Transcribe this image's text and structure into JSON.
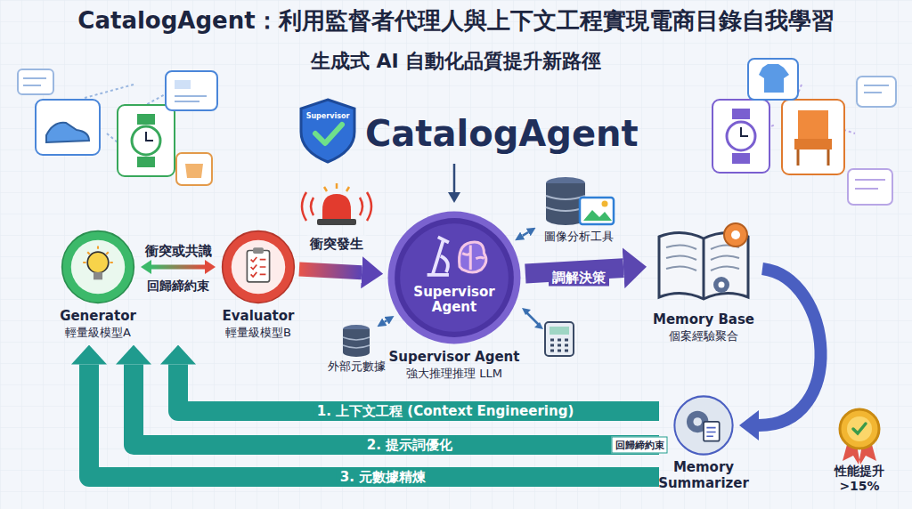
{
  "diagram": {
    "title": "CatalogAgent：利用監督者代理人與上下文工程實現電商目錄自我學習",
    "caption": "生成式 AI 自動化品質提升新路徑",
    "nodes": [
      {
        "text": [
          "Generator",
          "輕量級模型A"
        ]
      },
      {
        "text": [
          "Evaluator",
          "輕量級模型B"
        ]
      },
      {
        "text": [
          "Supervisor Agent",
          "Supervisor Agent",
          "強大推理推理 LLM"
        ]
      },
      {
        "text": [
          "Memory Base",
          "個案經驗聚合"
        ]
      },
      {
        "text": [
          "Memory Summarizer"
        ]
      },
      {
        "text": [
          "圖像分析工具"
        ]
      },
      {
        "text": [
          "外部元數據"
        ]
      }
    ],
    "edges": [
      {
        "from": 0,
        "to": 1,
        "arrow": "both",
        "label": "衝突或共識"
      },
      {
        "from": 1,
        "to": 2,
        "arrow": "to",
        "label": "衝突發生"
      },
      {
        "from": 2,
        "to": 3,
        "arrow": "to",
        "label": "調解決策"
      },
      {
        "from": 3,
        "to": 4,
        "arrow": "to"
      },
      {
        "from": 4,
        "to": 0,
        "arrow": "to",
        "label": "1. 上下文工程 (Context Engineering)"
      },
      {
        "from": 4,
        "to": 0,
        "arrow": "to",
        "label": "2. 提示詞優化"
      },
      {
        "from": 4,
        "to": 0,
        "arrow": "to",
        "label": "3. 元數據精煉"
      },
      {
        "from": 5,
        "to": 2,
        "arrow": "both"
      },
      {
        "from": 6,
        "to": 2,
        "arrow": "both"
      }
    ],
    "labels": [
      "CatalogAgent",
      "Supervisor",
      "回歸締約束",
      "回歸締約束",
      "性能提升 >15%"
    ]
  }
}
